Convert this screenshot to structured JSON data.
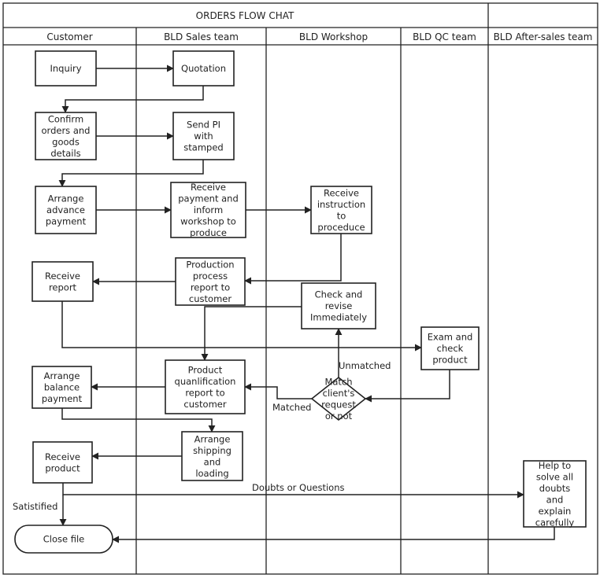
{
  "title": "ORDERS FLOW CHAT",
  "lanes": [
    "Customer",
    "BLD Sales team",
    "BLD Workshop",
    "BLD QC team",
    "BLD After-sales team"
  ],
  "nodes": [
    {
      "id": "inquiry",
      "shape": "rect",
      "lines": [
        "Inquiry"
      ]
    },
    {
      "id": "quotation",
      "shape": "rect",
      "lines": [
        "Quotation"
      ]
    },
    {
      "id": "confirm",
      "shape": "rect",
      "lines": [
        "Confirm",
        "orders and",
        "goods",
        "details"
      ]
    },
    {
      "id": "send_pi",
      "shape": "rect",
      "lines": [
        "Send PI",
        "with",
        "stamped"
      ]
    },
    {
      "id": "advance",
      "shape": "rect",
      "lines": [
        "Arrange",
        "advance",
        "payment"
      ]
    },
    {
      "id": "receive_payment",
      "shape": "rect",
      "lines": [
        "Receive",
        "payment and",
        "inform",
        "workshop to",
        "produce"
      ]
    },
    {
      "id": "receive_instruction",
      "shape": "rect",
      "lines": [
        "Receive",
        "instruction",
        "to",
        "proceduce"
      ]
    },
    {
      "id": "production_report",
      "shape": "rect",
      "lines": [
        "Production",
        "process",
        "report to",
        "customer"
      ]
    },
    {
      "id": "receive_report",
      "shape": "rect",
      "lines": [
        "Receive",
        "report"
      ]
    },
    {
      "id": "check_revise",
      "shape": "rect",
      "lines": [
        "Check and",
        "revise",
        "Immediately"
      ]
    },
    {
      "id": "exam",
      "shape": "rect",
      "lines": [
        "Exam and",
        "check",
        "product"
      ]
    },
    {
      "id": "decision",
      "shape": "diamond",
      "lines": [
        "Match",
        "client's",
        "request",
        "or not"
      ]
    },
    {
      "id": "qualification",
      "shape": "rect",
      "lines": [
        "Product",
        "quanlification",
        "report to",
        "customer"
      ]
    },
    {
      "id": "balance",
      "shape": "rect",
      "lines": [
        "Arrange",
        "balance",
        "payment"
      ]
    },
    {
      "id": "shipping",
      "shape": "rect",
      "lines": [
        "Arrange",
        "shipping",
        "and",
        "loading"
      ]
    },
    {
      "id": "receive_product",
      "shape": "rect",
      "lines": [
        "Receive",
        "product"
      ]
    },
    {
      "id": "help",
      "shape": "rect",
      "lines": [
        "Help to",
        "solve all",
        "doubts",
        "and",
        "explain",
        "carefully"
      ]
    },
    {
      "id": "close",
      "shape": "rounded",
      "lines": [
        "Close file"
      ]
    }
  ],
  "edges": [
    {
      "from": "inquiry",
      "to": "quotation",
      "label": ""
    },
    {
      "from": "quotation",
      "to": "confirm",
      "label": ""
    },
    {
      "from": "confirm",
      "to": "send_pi",
      "label": ""
    },
    {
      "from": "send_pi",
      "to": "advance",
      "label": ""
    },
    {
      "from": "advance",
      "to": "receive_payment",
      "label": ""
    },
    {
      "from": "receive_payment",
      "to": "receive_instruction",
      "label": ""
    },
    {
      "from": "receive_instruction",
      "to": "production_report",
      "label": ""
    },
    {
      "from": "production_report",
      "to": "receive_report",
      "label": ""
    },
    {
      "from": "receive_report",
      "to": "exam",
      "label": ""
    },
    {
      "from": "exam",
      "to": "decision",
      "label": ""
    },
    {
      "from": "decision",
      "to": "check_revise",
      "label": "Unmatched"
    },
    {
      "from": "check_revise",
      "to": "qualification",
      "label": ""
    },
    {
      "from": "decision",
      "to": "qualification",
      "label": "Matched"
    },
    {
      "from": "qualification",
      "to": "balance",
      "label": ""
    },
    {
      "from": "balance",
      "to": "shipping",
      "label": ""
    },
    {
      "from": "shipping",
      "to": "receive_product",
      "label": ""
    },
    {
      "from": "receive_product",
      "to": "help",
      "label": "Doubts or Questions"
    },
    {
      "from": "receive_product",
      "to": "close",
      "label": "Satistified"
    },
    {
      "from": "help",
      "to": "close",
      "label": ""
    }
  ]
}
